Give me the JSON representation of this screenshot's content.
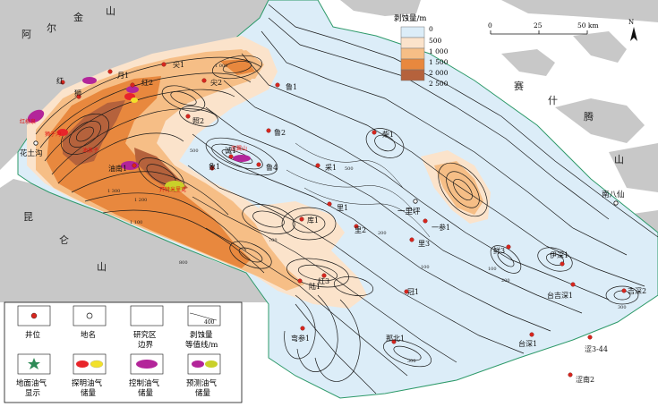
{
  "colors": {
    "mountain": "#c8c8c8",
    "background": "#ffffff",
    "erosion_0_500": "#dcedf8",
    "erosion_500_1000": "#fbe3cb",
    "erosion_1000_1500": "#f6be86",
    "erosion_1500_2000": "#e8883e",
    "erosion_2000_2500": "#b5623c",
    "boundary": "#2e9a6a",
    "well": "#d7261e",
    "oil_show": "#2e8b57",
    "proven_red": "#e8252a",
    "proven_yellow": "#f2e12a",
    "controlled": "#b3259a",
    "predicted_yellow": "#c9d12a"
  },
  "map": {
    "mountain_labels": [
      "阿",
      "尔",
      "金",
      "山",
      "昆",
      "仑",
      "山",
      "赛",
      "什",
      "腾",
      "山"
    ],
    "places": [
      {
        "id": "huatugou",
        "name": "花土沟"
      },
      {
        "id": "yilijia",
        "name": "一里坪"
      },
      {
        "id": "nanbaxian",
        "name": "南八仙"
      }
    ],
    "wells": [
      {
        "id": "yue1",
        "name": "月1"
      },
      {
        "id": "hongyi",
        "name": "红"
      },
      {
        "id": "shi",
        "name": "狮"
      },
      {
        "id": "you1",
        "name": "油南1"
      },
      {
        "id": "hong2",
        "name": "红2"
      },
      {
        "id": "jian2",
        "name": "尖2"
      },
      {
        "id": "jian1",
        "name": "尖1"
      },
      {
        "id": "zhao2",
        "name": "照2"
      },
      {
        "id": "cheng1",
        "name": "诚1"
      },
      {
        "id": "lu4",
        "name": "鲁4"
      },
      {
        "id": "lu2",
        "name": "鲁2"
      },
      {
        "id": "lu1",
        "name": "鲁1"
      },
      {
        "id": "ku1",
        "name": "库1"
      },
      {
        "id": "li1",
        "name": "里1"
      },
      {
        "id": "li2",
        "name": "里2"
      },
      {
        "id": "li3",
        "name": "里3"
      },
      {
        "id": "yili1",
        "name": "一参1"
      },
      {
        "id": "cai1",
        "name": "采1"
      },
      {
        "id": "chai1",
        "name": "柴1"
      },
      {
        "id": "hong3",
        "name": "红3"
      },
      {
        "id": "lv1",
        "name": "陆1"
      },
      {
        "id": "xian3",
        "name": "鲜3"
      },
      {
        "id": "yishen1",
        "name": "伊深1"
      },
      {
        "id": "taiji1",
        "name": "台吉深1"
      },
      {
        "id": "jishen2",
        "name": "吉深2"
      },
      {
        "id": "taishen1",
        "name": "台深1"
      },
      {
        "id": "se344",
        "name": "涩3-44"
      },
      {
        "id": "senan2",
        "name": "涩南2"
      },
      {
        "id": "nabei1",
        "name": "那北1"
      },
      {
        "id": "kuacan1",
        "name": "弯参1"
      },
      {
        "id": "guan1",
        "name": "冠1"
      },
      {
        "id": "xiang1",
        "name": "象1"
      }
    ],
    "red_labels": [
      "红柳泉",
      "狮子沟",
      "油泉子",
      "南翼山",
      "开特米里克"
    ]
  },
  "erosion_legend": {
    "title": "剥蚀量/m",
    "ticks": [
      "0",
      "500",
      "1 000",
      "1 500",
      "2 000",
      "2 500"
    ]
  },
  "scale_bar": {
    "ticks": [
      "0",
      "25",
      "50 km"
    ]
  },
  "north": {
    "label": "N"
  },
  "legend": {
    "well": "井位",
    "place": "地名",
    "boundary_l1": "研究区",
    "boundary_l2": "边界",
    "contour_l1": "剥蚀量",
    "contour_l2": "等值线/m",
    "contour_sample": "400",
    "oil_show_l1": "地面油气",
    "oil_show_l2": "显示",
    "proven_l1": "探明油气",
    "proven_l2": "储量",
    "controlled_l1": "控制油气",
    "controlled_l2": "储量",
    "predicted_l1": "预测油气",
    "predicted_l2": "储量"
  }
}
